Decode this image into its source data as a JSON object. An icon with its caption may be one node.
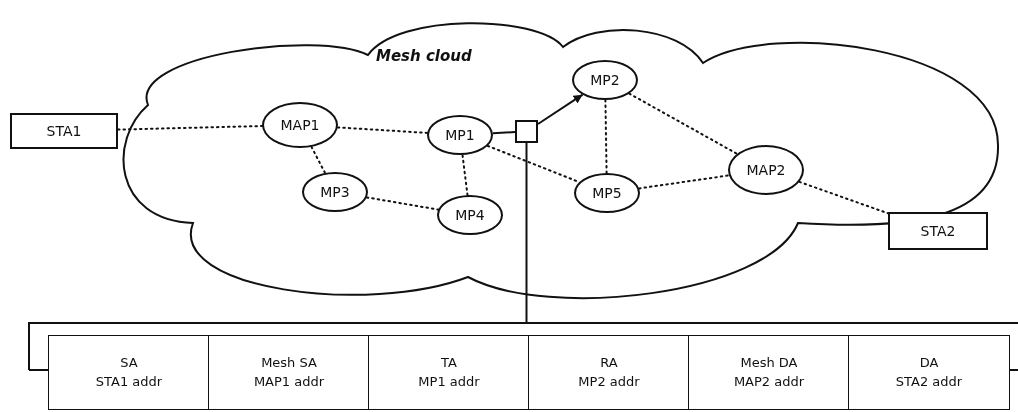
{
  "diagram": {
    "nodes": [
      {
        "text": [
          "Mesh cloud"
        ]
      },
      {
        "text": [
          "STA1"
        ]
      },
      {
        "text": [
          "MAP1"
        ],
        "in": 0
      },
      {
        "text": [
          "MP1"
        ],
        "in": 0
      },
      {
        "text": [],
        "shape": "box",
        "in": 0
      },
      {
        "text": [
          "MP2"
        ],
        "in": 0
      },
      {
        "text": [
          "MP3"
        ],
        "in": 0
      },
      {
        "text": [
          "MP4"
        ],
        "in": 0
      },
      {
        "text": [
          "MP5"
        ],
        "in": 0
      },
      {
        "text": [
          "MAP2"
        ],
        "in": 0
      },
      {
        "text": [
          "STA2"
        ]
      },
      {
        "text": [],
        "shape": "bracket"
      },
      {
        "text": [
          "SA",
          "STA1 addr"
        ],
        "in": 11
      },
      {
        "text": [
          "Mesh SA",
          "MAP1 addr"
        ],
        "in": 11
      },
      {
        "text": [
          "TA",
          "MP1 addr"
        ],
        "in": 11
      },
      {
        "text": [
          "RA",
          "MP2 addr"
        ],
        "in": 11
      },
      {
        "text": [
          "Mesh DA",
          "MAP2 addr"
        ],
        "in": 11
      },
      {
        "text": [
          "DA",
          "STA2 addr"
        ],
        "in": 11
      }
    ],
    "edges": [
      {
        "from": 1,
        "to": 2,
        "arrow": "none",
        "style": "dashed"
      },
      {
        "from": 2,
        "to": 3,
        "arrow": "none",
        "style": "dashed"
      },
      {
        "from": 3,
        "to": 4,
        "arrow": "none"
      },
      {
        "from": 4,
        "to": 5,
        "arrow": "to"
      },
      {
        "from": 2,
        "to": 6,
        "arrow": "none",
        "style": "dashed"
      },
      {
        "from": 6,
        "to": 7,
        "arrow": "none",
        "style": "dashed"
      },
      {
        "from": 7,
        "to": 3,
        "arrow": "none",
        "style": "dashed"
      },
      {
        "from": 3,
        "to": 8,
        "arrow": "none",
        "style": "dashed"
      },
      {
        "from": 5,
        "to": 8,
        "arrow": "none",
        "style": "dashed"
      },
      {
        "from": 5,
        "to": 9,
        "arrow": "none",
        "style": "dashed"
      },
      {
        "from": 8,
        "to": 9,
        "arrow": "none",
        "style": "dashed"
      },
      {
        "from": 9,
        "to": 10,
        "arrow": "none",
        "style": "dashed"
      },
      {
        "from": 4,
        "to": 11,
        "arrow": "none"
      }
    ]
  }
}
